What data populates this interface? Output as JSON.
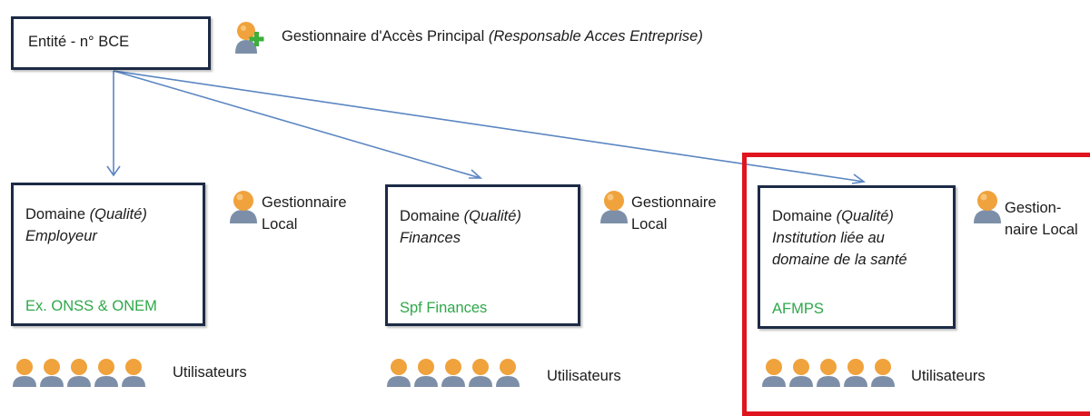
{
  "root": {
    "label": "Entité - n° BCE",
    "manager_prefix": "Gestionnaire d'Accès Principal ",
    "manager_role": "(Responsable Acces Entreprise)"
  },
  "domains": [
    {
      "prefix": "Domaine ",
      "quality": "(Qualité)",
      "name_lines": [
        "Employeur"
      ],
      "code": "Ex. ONSS & ONEM",
      "manager_lines": [
        "Gestionnaire",
        "Local"
      ],
      "users_label": "Utilisateurs"
    },
    {
      "prefix": "Domaine ",
      "quality": "(Qualité)",
      "name_lines": [
        "Finances"
      ],
      "code": "Spf Finances",
      "manager_lines": [
        "Gestionnaire",
        "Local"
      ],
      "users_label": "Utilisateurs"
    },
    {
      "prefix": "Domaine ",
      "quality": "(Qualité)",
      "name_lines": [
        "Institution liée au",
        "domaine de la santé"
      ],
      "code": "AFMPS",
      "manager_lines": [
        "Gestion-",
        "naire Local"
      ],
      "users_label": "Utilisateurs"
    }
  ],
  "colors": {
    "box_border": "#1c2a45",
    "arrow": "#5b86c2",
    "code_text": "#2ea84a",
    "highlight_frame": "#e0141f",
    "user_icon": "#f0a23c",
    "user_body": "#7d8fa8",
    "add_badge": "#3cae3a"
  },
  "icons": {
    "root_manager": "user-add-icon",
    "local_manager": "user-icon",
    "users": "user-group-icon"
  }
}
